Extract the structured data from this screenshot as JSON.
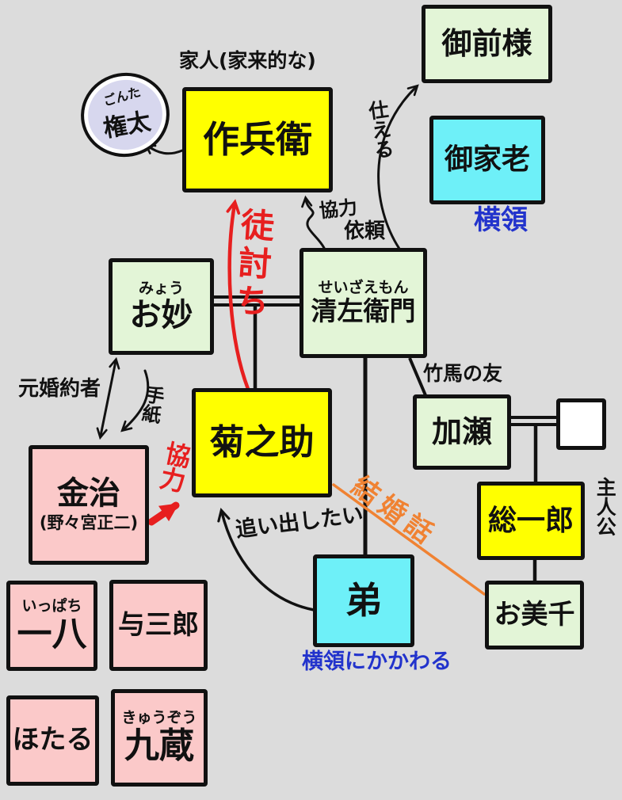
{
  "colors": {
    "background": "#dcdcdc",
    "box_yellow": "#ffff00",
    "box_green": "#e3f5d7",
    "box_cyan": "#6ef0f8",
    "box_pink": "#fbc9c9",
    "cloud_lavender": "#d7d7ee",
    "box_white": "#ffffff",
    "border": "#111111",
    "text_blue": "#2233cc",
    "text_red": "#e71f1f",
    "text_orange": "#f08232"
  },
  "nodes": {
    "gonta": {
      "furigana": "ごんた",
      "label": "権太"
    },
    "sakubei": {
      "label": "作兵衛"
    },
    "gozensama": {
      "label": "御前様"
    },
    "gokarou": {
      "label": "御家老"
    },
    "otae": {
      "furigana": "みょう",
      "label": "お妙"
    },
    "seizaemon": {
      "furigana": "せいざえもん",
      "label": "清左衛門"
    },
    "kikunosuke": {
      "label": "菊之助"
    },
    "kase": {
      "label": "加瀬"
    },
    "kase_wife": {
      "label": ""
    },
    "souichirou": {
      "label": "総一郎"
    },
    "omichi": {
      "label": "お美千"
    },
    "kinji": {
      "label": "金治",
      "sublabel": "(野々宮正二)"
    },
    "otouto": {
      "label": "弟"
    },
    "ippachi": {
      "furigana": "いっぱち",
      "label": "一八"
    },
    "yosaburou": {
      "label": "与三郎"
    },
    "hotaru": {
      "label": "ほたる"
    },
    "kyuuzou": {
      "furigana": "きゅうぞう",
      "label": "九蔵"
    }
  },
  "labels": {
    "kajin": "家人(家来的な)",
    "tsukaeru": "仕える",
    "ouryou": "横領",
    "kyouryoku_line1": "協力",
    "irai_line2": "依頼",
    "adauchi": "徒討ち",
    "chikubanotomo": "竹馬の友",
    "shujinkou": "主人公",
    "motokonyakusha": "元婚約者",
    "tegami": "手紙",
    "kyouryoku_red": "協力",
    "oidashitai": "追い出したい",
    "kekkonbanashi": "結婚話",
    "ouryou_ni_kakawaru": "横領にかかわる"
  },
  "edges": [
    {
      "from": "お妙",
      "to": "清左衛門",
      "type": "marriage-double-line"
    },
    {
      "from": "お妙×清左衛門",
      "to": "菊之助",
      "type": "child-line"
    },
    {
      "from": "清左衛門",
      "to": "弟",
      "type": "line"
    },
    {
      "from": "清左衛門",
      "to": "加瀬",
      "type": "line",
      "label": "竹馬の友"
    },
    {
      "from": "加瀬",
      "to": "白枠(妻)",
      "type": "marriage-double-line"
    },
    {
      "from": "加瀬×白枠",
      "to": "総一郎",
      "type": "child-line"
    },
    {
      "from": "総一郎",
      "to": "お美千",
      "type": "line"
    },
    {
      "from": "菊之助",
      "to": "お美千",
      "type": "line",
      "label": "結婚話",
      "color": "orange"
    },
    {
      "from": "清左衛門",
      "to": "御前様",
      "type": "arrow",
      "label": "仕える"
    },
    {
      "from": "清左衛門",
      "to": "作兵衛",
      "type": "arrow",
      "label": "協力依頼"
    },
    {
      "from": "菊之助",
      "to": "作兵衛",
      "type": "arrow",
      "label": "徒討ち",
      "color": "red"
    },
    {
      "from": "金治",
      "to": "菊之助",
      "type": "thick-arrow",
      "label": "協力",
      "color": "red"
    },
    {
      "from": "お妙",
      "to": "金治",
      "type": "double-headed-arrow",
      "label": "元婚約者"
    },
    {
      "from": "お妙",
      "to": "金治",
      "type": "arrow",
      "label": "手紙"
    },
    {
      "from": "弟",
      "to": "菊之助",
      "type": "arrow",
      "label": "追い出したい"
    },
    {
      "from": "作兵衛",
      "to": "権太",
      "type": "arrow"
    },
    {
      "from": "御家老",
      "note": "横領"
    },
    {
      "from": "弟",
      "note": "横領にかかわる"
    },
    {
      "from": "総一郎",
      "note": "主人公"
    }
  ]
}
